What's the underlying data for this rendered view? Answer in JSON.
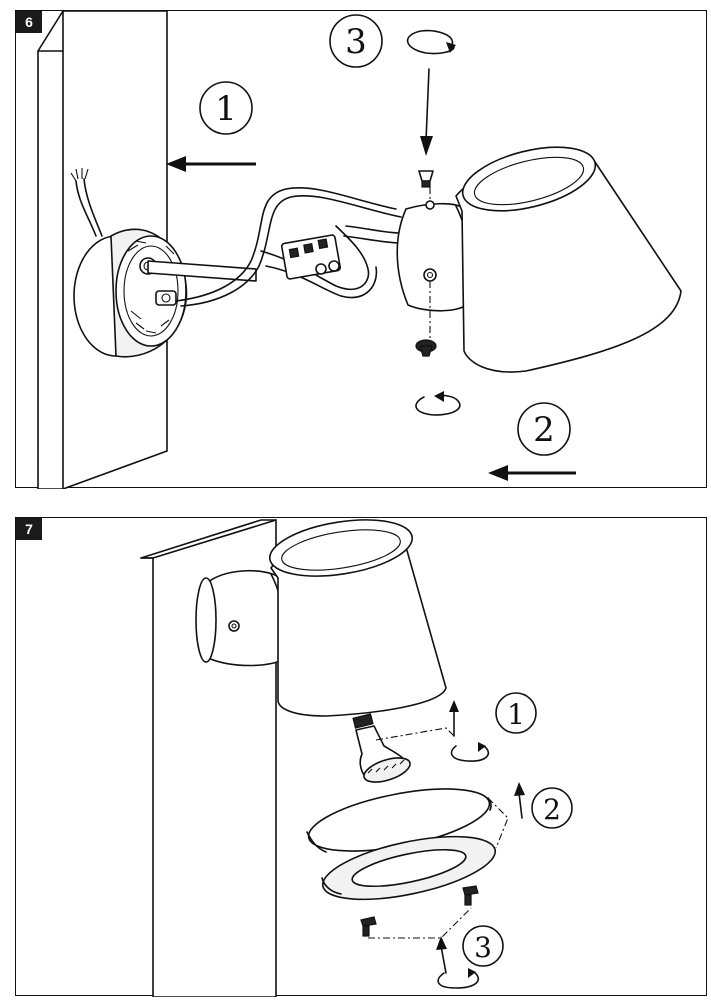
{
  "step6": {
    "badge": "6",
    "callout_1": "1",
    "callout_2": "2",
    "callout_3": "3"
  },
  "step7": {
    "badge": "7",
    "callout_1": "1",
    "callout_2": "2",
    "callout_3": "3"
  }
}
